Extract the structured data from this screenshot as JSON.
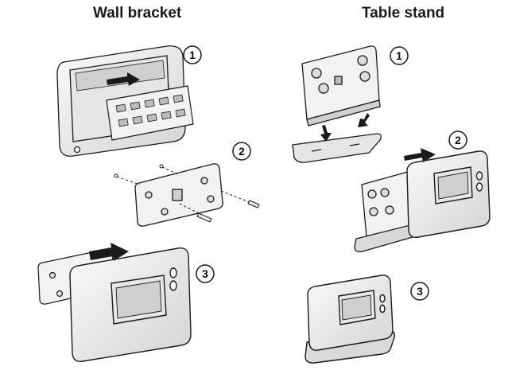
{
  "headings": {
    "wall_bracket": "Wall bracket",
    "table_stand": "Table stand"
  },
  "steps": {
    "wall": [
      "1",
      "2",
      "3"
    ],
    "table": [
      "1",
      "2",
      "3"
    ]
  },
  "colors": {
    "line": "#1a1a1a",
    "fill_light": "#f4f4f4",
    "fill_mid": "#d9d9d9",
    "fill_dark": "#9a9a9a",
    "arrow": "#1a1a1a"
  }
}
